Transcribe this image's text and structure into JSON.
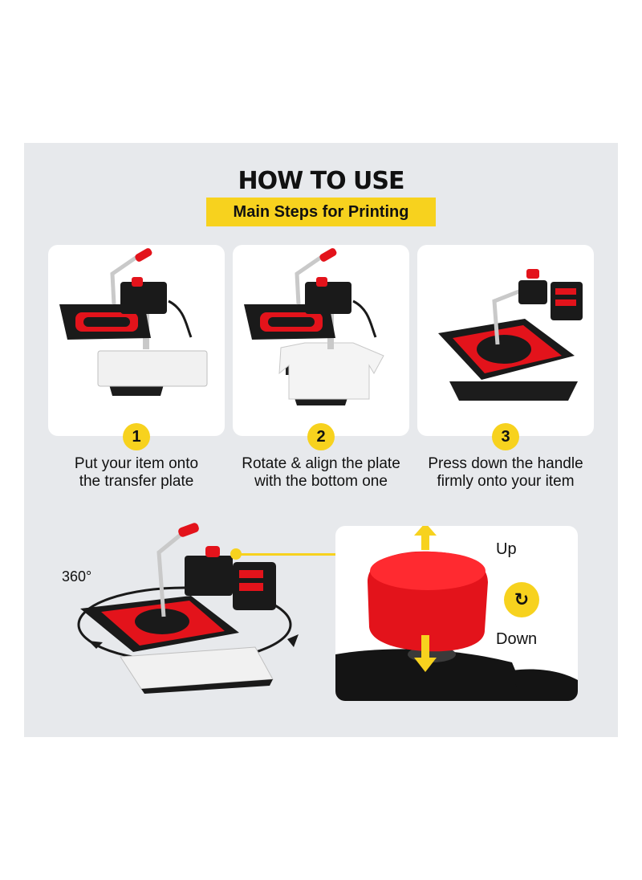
{
  "header": {
    "title": "HOW TO USE",
    "subtitle": "Main Steps for Printing"
  },
  "steps": [
    {
      "number": "1",
      "line1": "Put your item onto",
      "line2": "the transfer plate"
    },
    {
      "number": "2",
      "line1": "Rotate & align the plate",
      "line2": "with the bottom one"
    },
    {
      "number": "3",
      "line1": "Press down the handle",
      "line2": "firmly onto your item"
    }
  ],
  "rotation": {
    "label": "360°"
  },
  "knob": {
    "up_label": "Up",
    "down_label": "Down",
    "rotate_icon": "rotate-arrows-icon"
  },
  "colors": {
    "accent_yellow": "#f7d21e",
    "brand_red": "#e3131b",
    "panel_bg": "#e7e9ec"
  }
}
